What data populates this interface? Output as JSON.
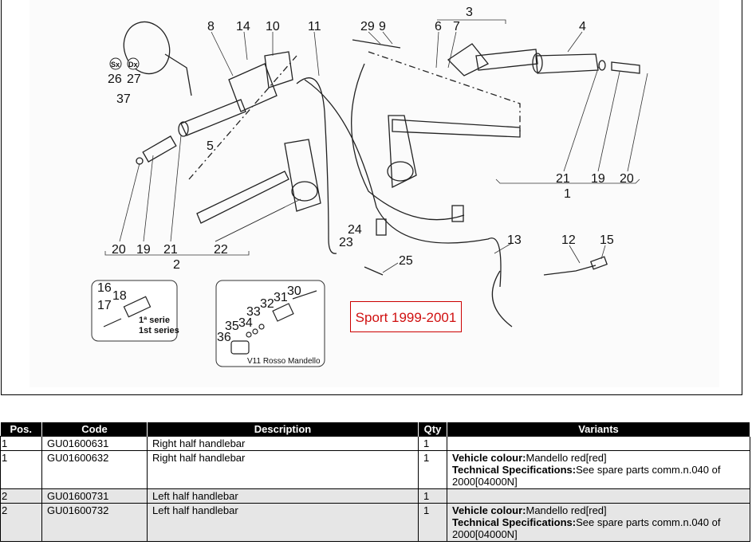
{
  "diagram": {
    "callouts": [
      "3",
      "4",
      "8",
      "14",
      "10",
      "11",
      "29",
      "9",
      "6",
      "7",
      "26",
      "27",
      "37",
      "5",
      "21",
      "19",
      "20",
      "1",
      "22",
      "2",
      "24",
      "23",
      "13",
      "12",
      "15",
      "25",
      "16",
      "17",
      "18",
      "30",
      "31",
      "32",
      "33",
      "34",
      "35",
      "36"
    ],
    "side_labels": {
      "left": "Sx",
      "right": "Dx"
    },
    "inset_series_1": "1ª serie",
    "inset_series_2": "1st series",
    "inset_model": "V11 Rosso Mandello",
    "variant_label": "Sport 1999-2001",
    "accent_color": "#d01010"
  },
  "table": {
    "headers": {
      "pos": "Pos.",
      "code": "Code",
      "description": "Description",
      "qty": "Qty",
      "variants": "Variants"
    },
    "rows": [
      {
        "pos": "1",
        "code": "GU01600631",
        "description": "Right half handlebar",
        "qty": "1",
        "colour_label": "",
        "colour_value": "",
        "tech_label": "",
        "tech_value": ""
      },
      {
        "pos": "1",
        "code": "GU01600632",
        "description": "Right half handlebar",
        "qty": "1",
        "colour_label": "Vehicle colour:",
        "colour_value": "Mandello red[red]",
        "tech_label": "Technical Specifications:",
        "tech_value": "See spare parts comm.n.040 of 2000[04000N]"
      },
      {
        "pos": "2",
        "code": "GU01600731",
        "description": "Left half handlebar",
        "qty": "1",
        "colour_label": "",
        "colour_value": "",
        "tech_label": "",
        "tech_value": ""
      },
      {
        "pos": "2",
        "code": "GU01600732",
        "description": "Left half handlebar",
        "qty": "1",
        "colour_label": "Vehicle colour:",
        "colour_value": "Mandello red[red]",
        "tech_label": "Technical Specifications:",
        "tech_value": "See spare parts comm.n.040 of 2000[04000N]"
      }
    ]
  }
}
